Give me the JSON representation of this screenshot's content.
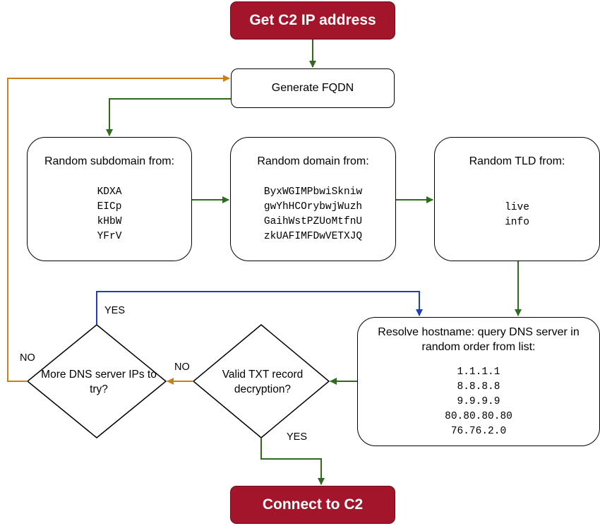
{
  "nodes": {
    "start": "Get C2 IP address",
    "generate": "Generate FQDN",
    "subdomain": {
      "title": "Random subdomain from:",
      "items": [
        "KDXA",
        "EICp",
        "kHbW",
        "YFrV"
      ]
    },
    "domain": {
      "title": "Random domain from:",
      "items": [
        "ByxWGIMPbwiSkniw",
        "gwYhHCOrybwjWuzh",
        "GaihWstPZUoMtfnU",
        "zkUAFIMFDwVETXJQ"
      ]
    },
    "tld": {
      "title": "Random TLD from:",
      "items": [
        "live",
        "info"
      ]
    },
    "resolve": {
      "title": "Resolve hostname: query DNS server in random order from list:",
      "items": [
        "1.1.1.1",
        "8.8.8.8",
        "9.9.9.9",
        "80.80.80.80",
        "76.76.2.0"
      ]
    },
    "valid_decision": "Valid TXT record decryption?",
    "more_decision": "More DNS server IPs to try?",
    "end": "Connect to C2"
  },
  "edge_labels": {
    "yes_top": "YES",
    "no_left": "NO",
    "no_mid": "NO",
    "yes_bottom": "YES"
  },
  "colors": {
    "terminal_fill": "#a2152b",
    "green_edge": "#2e6b1f",
    "blue_edge": "#1f3fb5",
    "orange_edge": "#c8801e"
  }
}
